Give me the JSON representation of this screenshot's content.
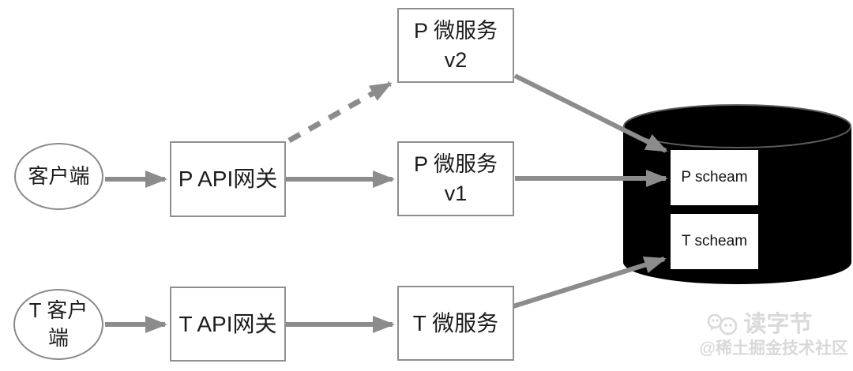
{
  "diagram": {
    "title": "microservice-versioning-architecture",
    "nodes": {
      "client_p": {
        "label": "客户端"
      },
      "gateway_p": {
        "label": "P API网关"
      },
      "service_p_v2": {
        "line1": "P 微服务",
        "line2": "v2"
      },
      "service_p_v1": {
        "line1": "P 微服务",
        "line2": "v1"
      },
      "client_t": {
        "line1": "T 客户",
        "line2": "端"
      },
      "gateway_t": {
        "label": "T API网关"
      },
      "service_t": {
        "label": "T 微服务"
      },
      "database": {
        "shape": "cylinder",
        "schema_p": {
          "label": "P scheam"
        },
        "schema_t": {
          "label": "T scheam"
        }
      }
    },
    "edges": [
      {
        "from": "client_p",
        "to": "gateway_p",
        "style": "solid"
      },
      {
        "from": "gateway_p",
        "to": "service_p_v2",
        "style": "dashed"
      },
      {
        "from": "gateway_p",
        "to": "service_p_v1",
        "style": "solid"
      },
      {
        "from": "service_p_v2",
        "to": "schema_p",
        "style": "solid"
      },
      {
        "from": "service_p_v1",
        "to": "schema_p",
        "style": "solid"
      },
      {
        "from": "client_t",
        "to": "gateway_t",
        "style": "solid"
      },
      {
        "from": "gateway_t",
        "to": "service_t",
        "style": "solid"
      },
      {
        "from": "service_t",
        "to": "schema_t",
        "style": "solid"
      }
    ],
    "colors": {
      "arrow": "#8c8c8c",
      "node_border": "#8f8f8f",
      "node_fill": "#ffffff",
      "text": "#1c1c1c",
      "cylinder_fill": "#000000",
      "watermark": "#d9d9d9"
    }
  },
  "watermark": {
    "title": "读字节",
    "subtitle": "@稀土掘金技术社区"
  }
}
